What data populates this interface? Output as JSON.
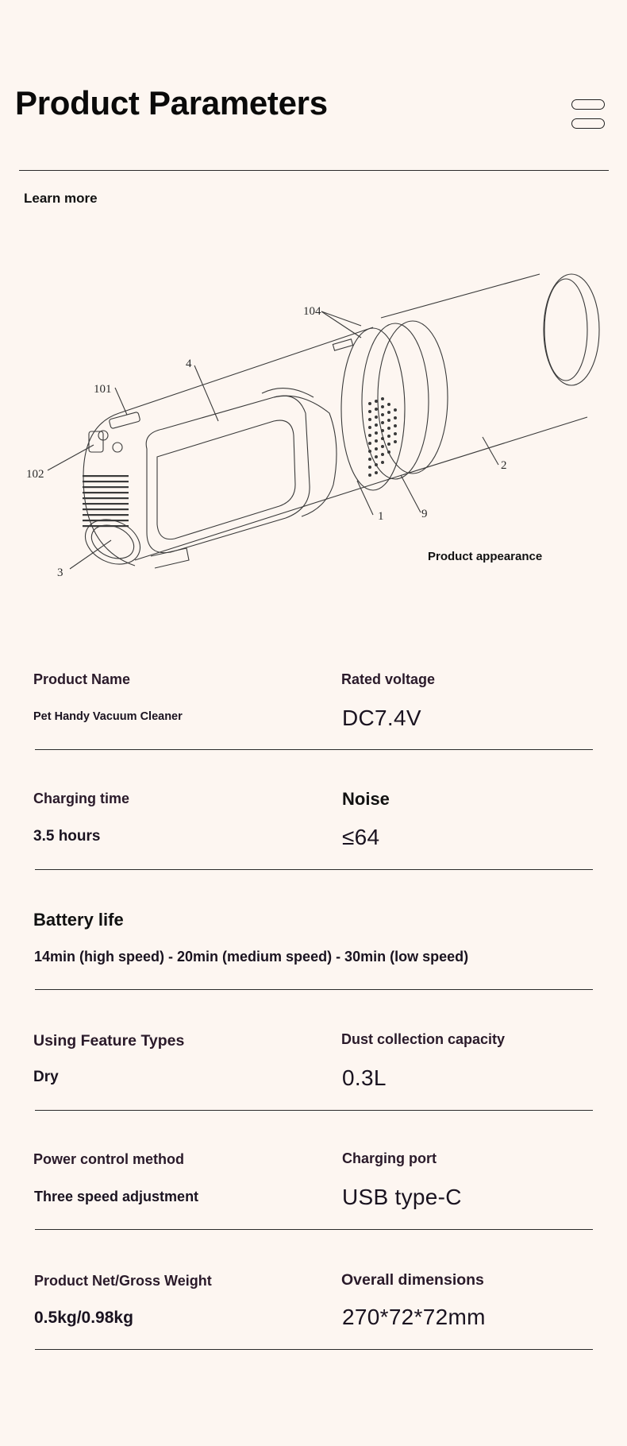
{
  "header": {
    "title": "Product Parameters",
    "learn_more": "Learn more"
  },
  "figure": {
    "caption": "Product appearance",
    "callouts": [
      "104",
      "4",
      "101",
      "102",
      "3",
      "1",
      "9",
      "2"
    ]
  },
  "specs": {
    "product_name": {
      "label": "Product Name",
      "value": "Pet Handy Vacuum Cleaner"
    },
    "rated_voltage": {
      "label": "Rated voltage",
      "value": "DC7.4V"
    },
    "charging_time": {
      "label": "Charging time",
      "value": "3.5 hours"
    },
    "noise": {
      "label": "Noise",
      "value": "≤64"
    },
    "battery_life": {
      "label": "Battery life",
      "value": "14min (high speed) - 20min (medium speed) - 30min (low speed)"
    },
    "feature_types": {
      "label": "Using Feature Types",
      "value": "Dry"
    },
    "dust_capacity": {
      "label": "Dust collection capacity",
      "value": "0.3L"
    },
    "power_control": {
      "label": "Power control method",
      "value": "Three speed adjustment"
    },
    "charging_port": {
      "label": "Charging port",
      "value": "USB type-C"
    },
    "weight": {
      "label": "Product Net/Gross Weight",
      "value": "0.5kg/0.98kg"
    },
    "dimensions": {
      "label": "Overall dimensions",
      "value": "270*72*72mm"
    }
  }
}
